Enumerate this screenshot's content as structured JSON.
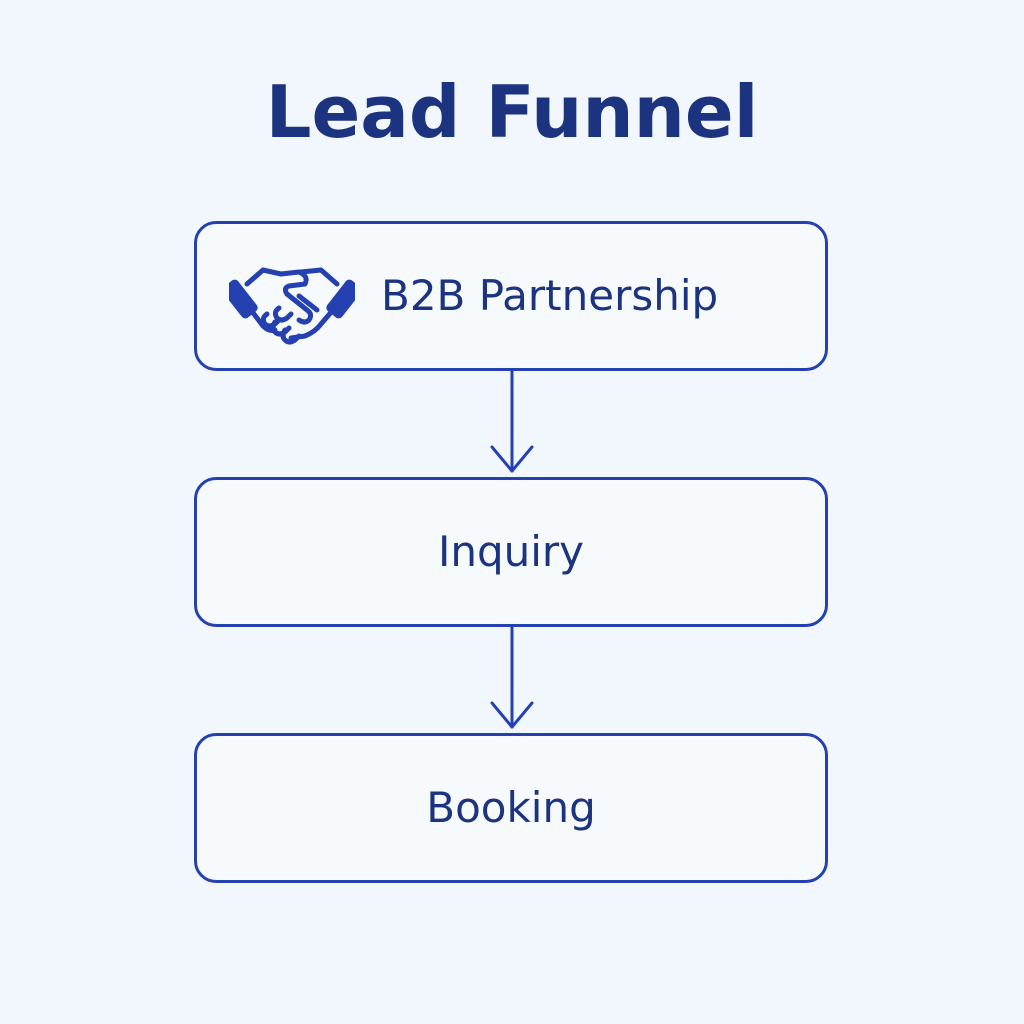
{
  "title": "Lead Funnel",
  "colors": {
    "background": "#f1f7fc",
    "stroke": "#2540b0",
    "text": "#1c3480"
  },
  "stages": [
    {
      "label": "B2B Partnership",
      "icon": "handshake-icon"
    },
    {
      "label": "Inquiry"
    },
    {
      "label": "Booking"
    }
  ]
}
